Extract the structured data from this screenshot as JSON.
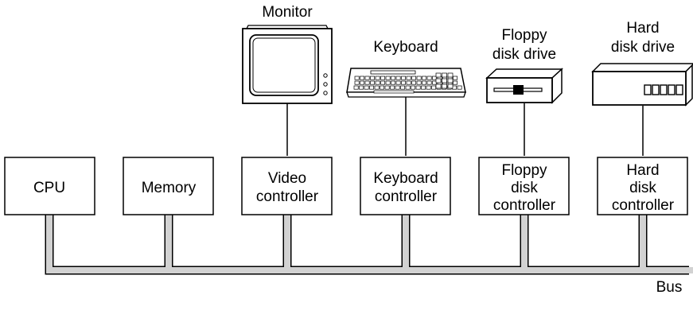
{
  "controllers": [
    {
      "id": "cpu",
      "lines": [
        "CPU"
      ]
    },
    {
      "id": "memory",
      "lines": [
        "Memory"
      ]
    },
    {
      "id": "video",
      "lines": [
        "Video",
        "controller"
      ]
    },
    {
      "id": "keyboard",
      "lines": [
        "Keyboard",
        "controller"
      ]
    },
    {
      "id": "floppy",
      "lines": [
        "Floppy",
        "disk",
        "controller"
      ]
    },
    {
      "id": "hard",
      "lines": [
        "Hard",
        "disk",
        "controller"
      ]
    }
  ],
  "devices": {
    "monitor": {
      "lines": [
        "Monitor"
      ]
    },
    "keyboard": {
      "lines": [
        "Keyboard"
      ]
    },
    "floppy": {
      "lines": [
        "Floppy",
        "disk drive"
      ]
    },
    "hard": {
      "lines": [
        "Hard",
        "disk drive"
      ]
    }
  },
  "bus": {
    "label": "Bus"
  },
  "colors": {
    "bus_fill": "#d2d2d2",
    "stroke": "#000000"
  }
}
